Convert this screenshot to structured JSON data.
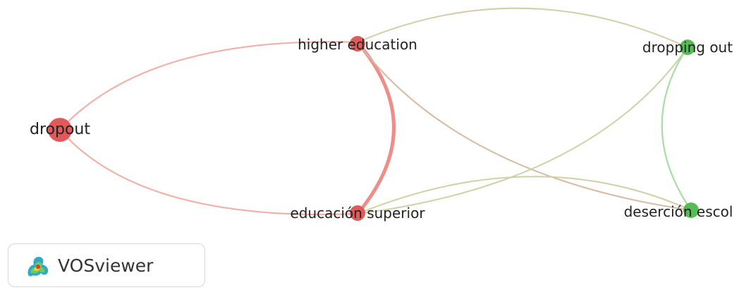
{
  "nodes": [
    {
      "id": "higher",
      "label": "higher education",
      "cluster": 1
    },
    {
      "id": "dropping",
      "label": "dropping out",
      "cluster": 2
    },
    {
      "id": "dropout",
      "label": "dropout",
      "cluster": 1
    },
    {
      "id": "educ",
      "label": "educación superior",
      "cluster": 1
    },
    {
      "id": "desercion",
      "label": "deserción escol",
      "cluster": 2
    }
  ],
  "links": [
    {
      "from": "dropout",
      "to": "higher"
    },
    {
      "from": "dropout",
      "to": "educ"
    },
    {
      "from": "higher",
      "to": "educ",
      "strength": "strong"
    },
    {
      "from": "higher",
      "to": "dropping"
    },
    {
      "from": "higher",
      "to": "desercion"
    },
    {
      "from": "educ",
      "to": "dropping"
    },
    {
      "from": "educ",
      "to": "desercion"
    },
    {
      "from": "dropping",
      "to": "desercion"
    }
  ],
  "colors": {
    "cluster_1": "#e05a5a",
    "cluster_2": "#55bb55",
    "link_red": "#f0a49a",
    "link_green": "#9fd99a",
    "link_mixed": "#d7c3a0"
  },
  "brand": {
    "name": "VOSviewer",
    "icon": "vosviewer-logo-icon"
  }
}
